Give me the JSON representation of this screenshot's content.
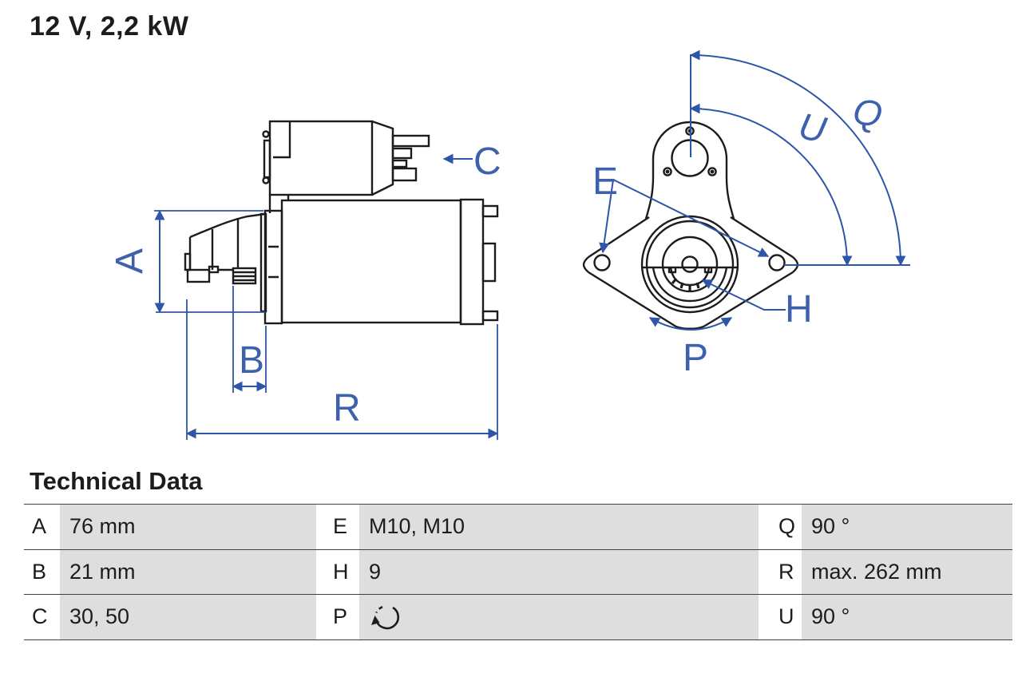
{
  "page": {
    "background": "#ffffff"
  },
  "title": "12 V, 2,2 kW",
  "drawing": {
    "description": "starter-motor technical drawing, side view and front flange view",
    "labels": {
      "A": "A",
      "B": "B",
      "C": "C",
      "E": "E",
      "H": "H",
      "P": "P",
      "Q": "Q",
      "R": "R",
      "U": "U"
    },
    "colors": {
      "outline": "#1c1c1c",
      "dimension_blue": "#2d55a8",
      "label_blue": "#3e61ad"
    }
  },
  "table": {
    "heading": "Technical Data",
    "colors": {
      "value_cell_gray": "#dedede",
      "row_line": "#3f3f3f",
      "text": "#1c1c1a"
    },
    "groups": [
      {
        "rows": [
          {
            "key": "A",
            "value": "76 mm"
          },
          {
            "key": "B",
            "value": "21 mm"
          },
          {
            "key": "C",
            "value": "30, 50"
          }
        ]
      },
      {
        "rows": [
          {
            "key": "E",
            "value": "M10, M10"
          },
          {
            "key": "H",
            "value": "9"
          },
          {
            "key": "P",
            "value": "",
            "value_icon": "rotation-direction-icon"
          }
        ]
      },
      {
        "rows": [
          {
            "key": "Q",
            "value": "90 °"
          },
          {
            "key": "R",
            "value": "max. 262 mm"
          },
          {
            "key": "U",
            "value": "90 °"
          }
        ]
      }
    ]
  }
}
